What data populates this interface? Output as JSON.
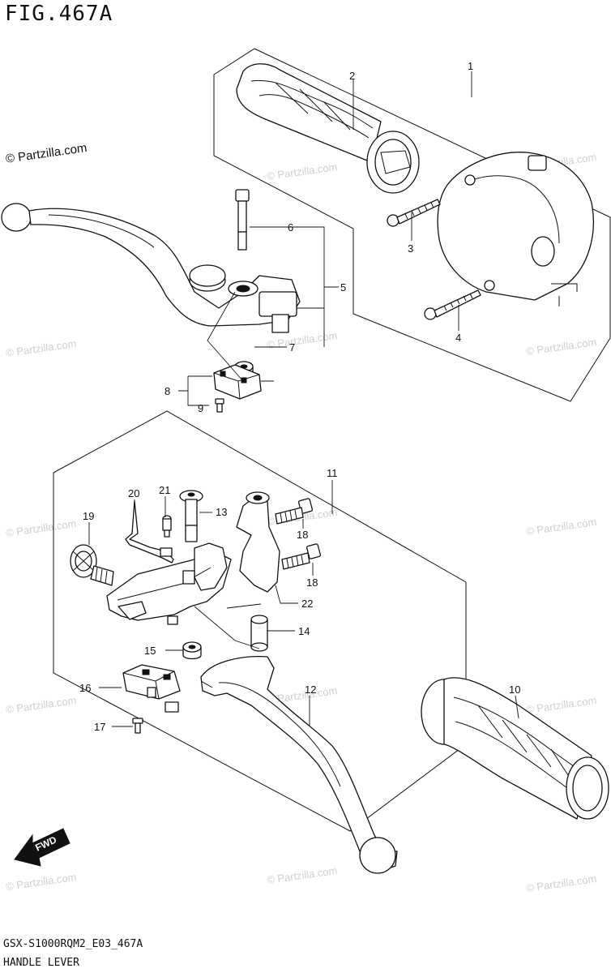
{
  "figure": {
    "title": "FIG.467A",
    "copyright": "© Partzilla.com",
    "model_code": "GSX-S1000RQM2_E03_467A",
    "subtitle": "HANDLE LEVER"
  },
  "watermark_text": "© Partzilla.com",
  "fwd_label": "FWD",
  "callouts": [
    "1",
    "2",
    "3",
    "4",
    "5",
    "6",
    "7",
    "8",
    "9",
    "10",
    "11",
    "12",
    "13",
    "14",
    "15",
    "16",
    "17",
    "18",
    "18",
    "19",
    "20",
    "21",
    "22"
  ]
}
